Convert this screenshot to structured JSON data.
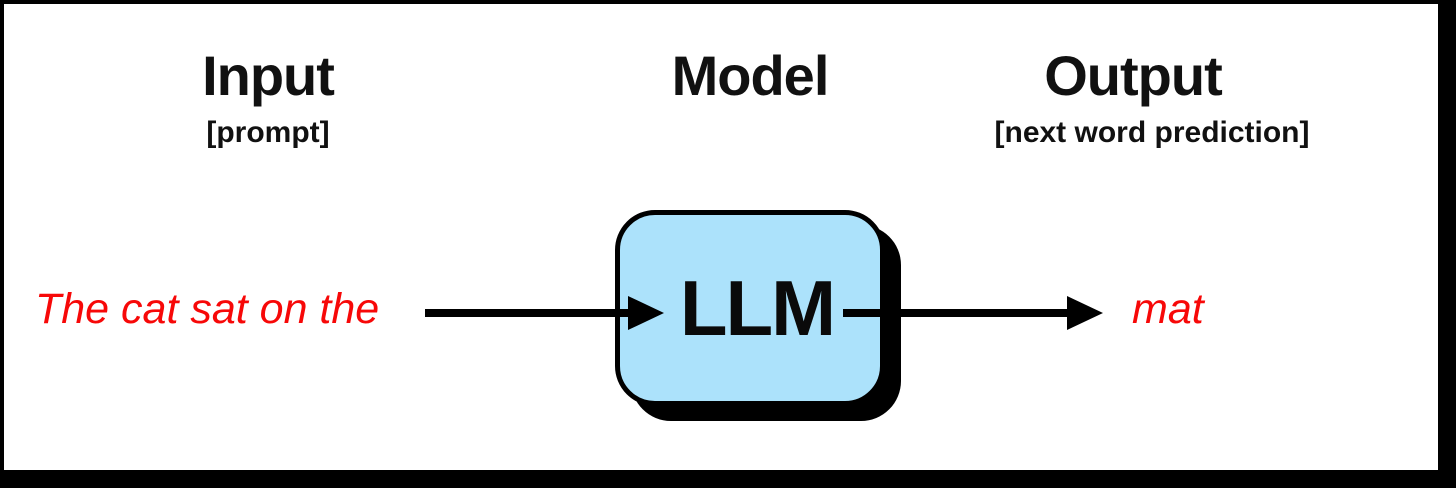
{
  "diagram": {
    "headers": {
      "input": {
        "title": "Input",
        "subtitle": "[prompt]"
      },
      "model": {
        "title": "Model"
      },
      "output": {
        "title": "Output",
        "subtitle": "[next word prediction]"
      }
    },
    "flow": {
      "prompt_text": "The cat sat on the",
      "model_label": "LLM",
      "prediction_text": "mat"
    },
    "colors": {
      "model_box_fill": "#ace2fb",
      "model_box_border": "#000000",
      "highlight_text": "#f70808",
      "arrow": "#000000",
      "frame_border": "#000000"
    }
  }
}
